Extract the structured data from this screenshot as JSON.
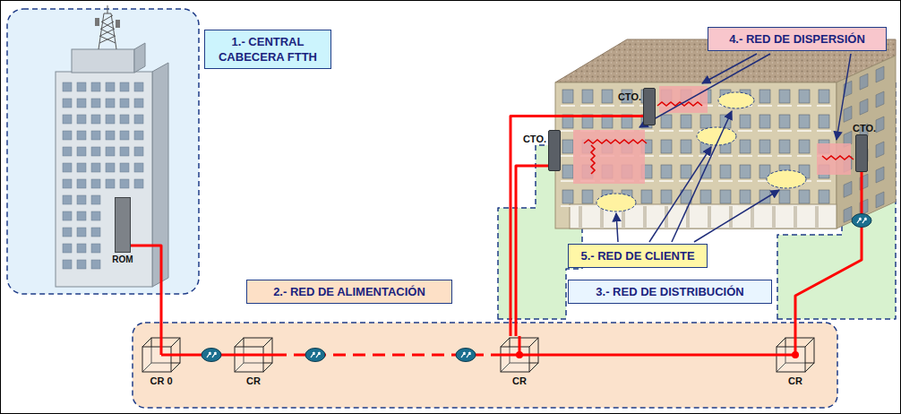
{
  "diagram": {
    "nodes": [
      {
        "text": [
          "1.- CENTRAL CABECERA FTTH"
        ]
      },
      {
        "text": [
          "ROM"
        ]
      },
      {
        "text": [
          "4.- RED DE DISPERSIÓN"
        ]
      },
      {
        "text": [
          "CTO."
        ]
      },
      {
        "text": [
          "CTO."
        ]
      },
      {
        "text": [
          "CTO."
        ]
      },
      {
        "text": [
          "5.- RED DE CLIENTE"
        ]
      },
      {
        "text": [
          "2.- RED DE ALIMENTACIÓN"
        ]
      },
      {
        "text": [
          "3.- RED DE DISTRIBUCIÓN"
        ]
      },
      {
        "text": [
          "CR 0"
        ]
      },
      {
        "text": [
          "CR"
        ]
      },
      {
        "text": [
          "CR"
        ]
      },
      {
        "text": [
          "CR"
        ]
      }
    ],
    "edges": [
      {
        "from": 1,
        "to": 9,
        "arrow": "none"
      },
      {
        "from": 9,
        "to": 10,
        "arrow": "none"
      },
      {
        "from": 10,
        "to": 11,
        "arrow": "none"
      },
      {
        "from": 11,
        "to": 12,
        "arrow": "none"
      },
      {
        "from": 11,
        "to": 3,
        "arrow": "none"
      },
      {
        "from": 11,
        "to": 4,
        "arrow": "none"
      },
      {
        "from": 12,
        "to": 5,
        "arrow": "none"
      }
    ]
  }
}
